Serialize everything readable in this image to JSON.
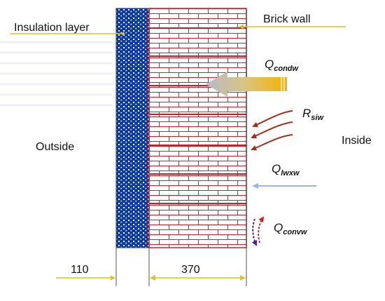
{
  "labels": {
    "insulation_layer": "Insulation layer",
    "brick_wall": "Brick wall",
    "outside": "Outside",
    "inside": "Inside"
  },
  "symbols": {
    "q_condw": {
      "main": "Q",
      "sub": "condw"
    },
    "r_siw": {
      "main": "R",
      "sub": "siw"
    },
    "q_lwxw": {
      "main": "Q",
      "sub": "lwxw"
    },
    "q_convw": {
      "main": "Q",
      "sub": "convw"
    }
  },
  "dimensions": {
    "insulation_thickness": "110",
    "brick_thickness": "370"
  },
  "colors": {
    "insulation_fill": "#0a3aa8",
    "insulation_dots": "#ffffff",
    "brick_lines": "#d2202a",
    "brick_fill": "#ffffff",
    "leader_lines": "#e2c21a",
    "conduction_arrow_start": "#b9b9c8",
    "conduction_arrow_end": "#f5b400",
    "radiation_arrows": "#a0301a",
    "longwave_arrow": "#9fb3e0",
    "convection_up": "#c62828",
    "convection_down": "#3f2a8c"
  }
}
